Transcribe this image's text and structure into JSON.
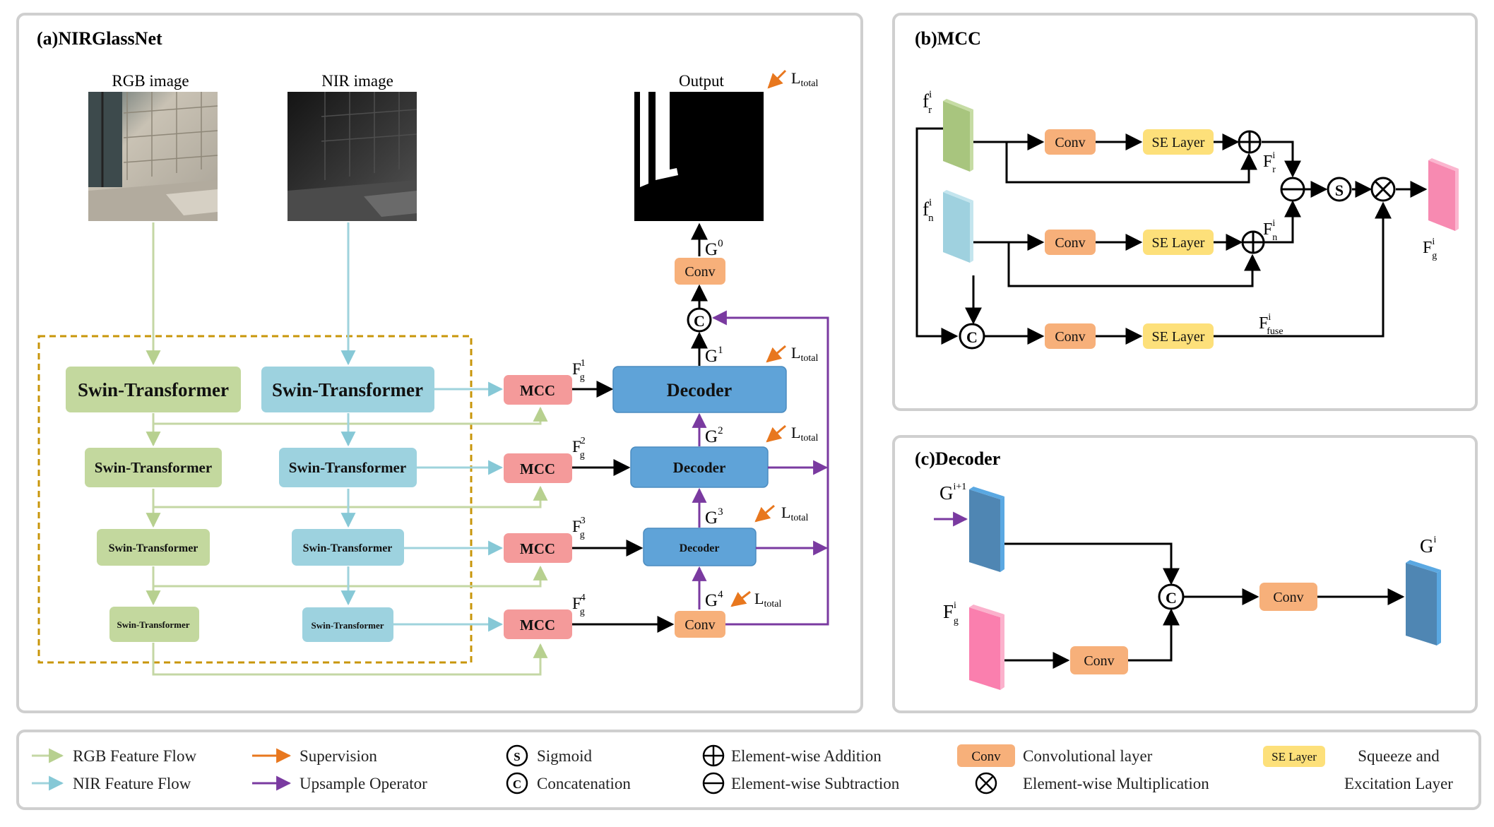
{
  "panels": {
    "a_title": "(a)NIRGlassNet",
    "b_title": "(b)MCC",
    "c_title": "(c)Decoder"
  },
  "inputs": {
    "rgb_label": "RGB image",
    "nir_label": "NIR image",
    "output_label": "Output"
  },
  "blocks": {
    "swin": "Swin-Transformer",
    "mcc": "MCC",
    "decoder": "Decoder",
    "conv": "Conv",
    "se": "SE Layer"
  },
  "math": {
    "G": "G",
    "F": "F",
    "f": "f",
    "L": "L",
    "total": "total",
    "sup0": "0",
    "sup1": "1",
    "sup2": "2",
    "sup3": "3",
    "sup4": "4",
    "sub_g": "g",
    "sup_i": "i",
    "sub_r": "r",
    "sub_n": "n",
    "sub_fuse": "fuse",
    "sup_i1": "i+1"
  },
  "ops": {
    "concat": "C",
    "sigmoid": "S"
  },
  "legend": {
    "rgb_flow": "RGB Feature Flow",
    "nir_flow": "NIR Feature Flow",
    "supervision": "Supervision",
    "upsample": "Upsample Operator",
    "sigmoid": "Sigmoid",
    "concatenation": "Concatenation",
    "addition": "Element-wise Addition",
    "subtraction": "Element-wise Subtraction",
    "conv_layer": "Convolutional layer",
    "multiplication": "Element-wise Multiplication",
    "se_line1": "Squeeze and",
    "se_line2": "Excitation Layer"
  },
  "colors": {
    "rgb": "#c4d7a4",
    "nir": "#9fd3dc",
    "swin_green": "#c3d89e",
    "swin_blue": "#9dd2df",
    "mcc": "#f49a9a",
    "decoder": "#5fa3d8",
    "conv": "#f7b07a",
    "se": "#fde07a",
    "supervision": "#e8771e",
    "upsample": "#7a3aa0",
    "dashed_box": "#c8960a"
  }
}
